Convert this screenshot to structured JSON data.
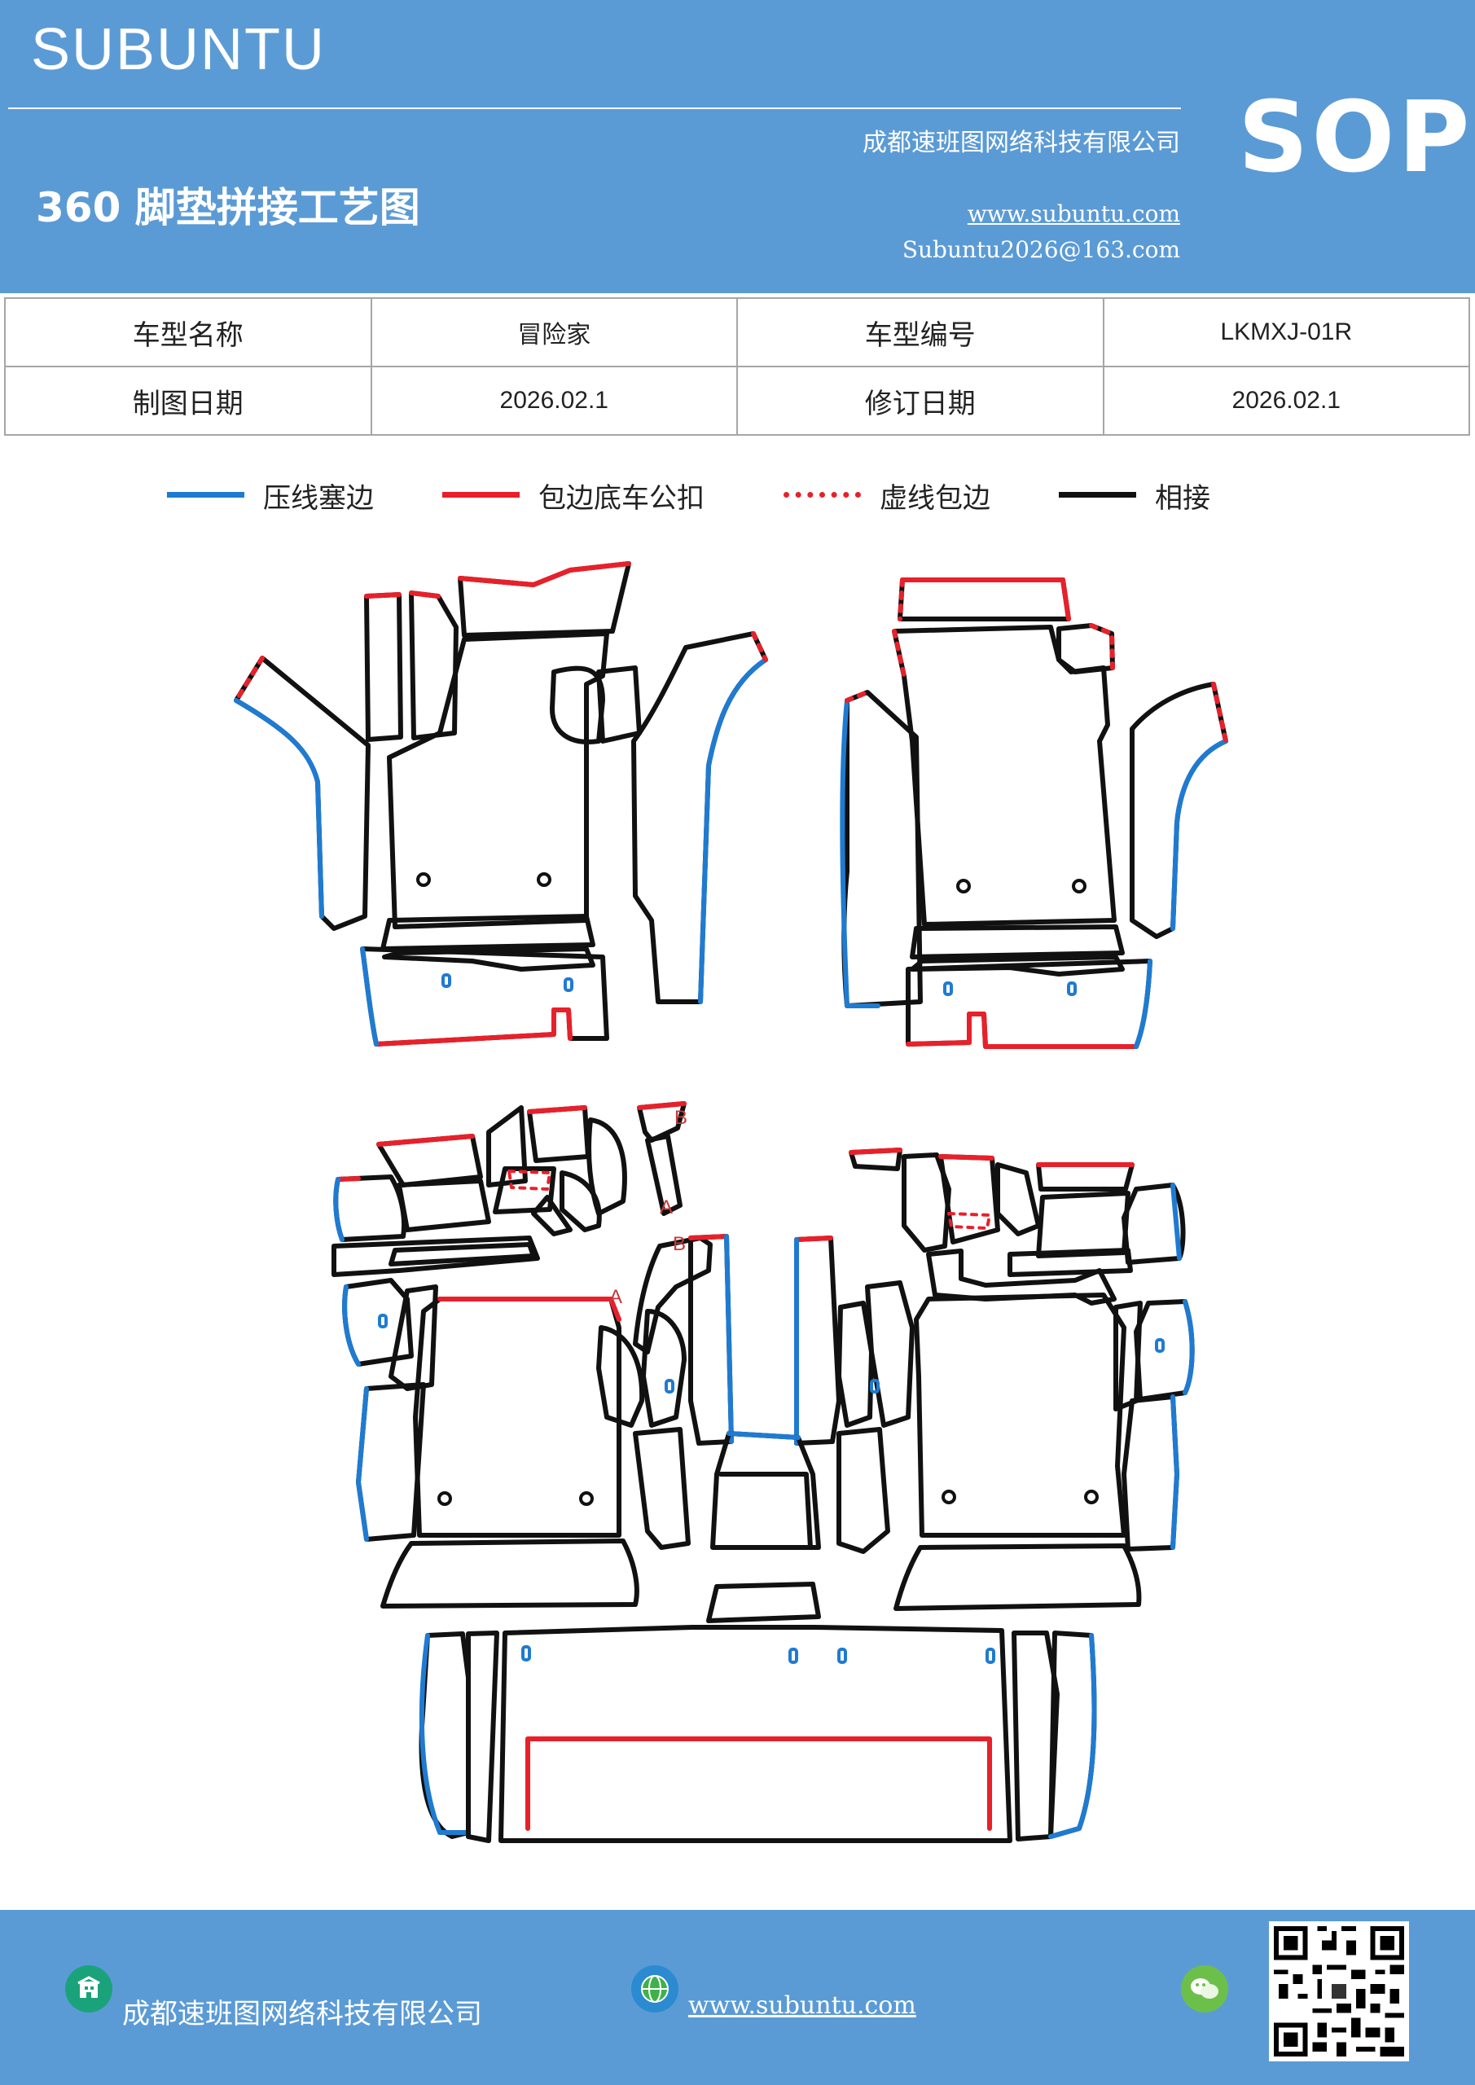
{
  "header": {
    "brand": "SUBUNTU",
    "company": "成都速班图网络科技有限公司",
    "title": "360 脚垫拼接工艺图",
    "website": "www.subuntu.com",
    "email": "Subuntu2026@163.com",
    "badge": "SOP",
    "bg_color": "#5b9bd5"
  },
  "info": {
    "rows": [
      [
        "车型名称",
        "冒险家",
        "车型编号",
        "LKMXJ-01R"
      ],
      [
        "制图日期",
        "2026.02.1",
        "修订日期",
        "2026.02.1"
      ]
    ]
  },
  "legend": [
    {
      "label": "压线塞边",
      "color": "#1f7bd1",
      "style": "solid"
    },
    {
      "label": "包边底车公扣",
      "color": "#e8202a",
      "style": "solid"
    },
    {
      "label": "虚线包边",
      "color": "#e8202a",
      "style": "dotted"
    },
    {
      "label": "相接",
      "color": "#111111",
      "style": "solid"
    }
  ],
  "diagram": {
    "labels": [
      "B",
      "A",
      "B",
      "A"
    ]
  },
  "footer": {
    "company": "成都速班图网络科技有限公司",
    "website": "www.subuntu.com",
    "icons": [
      "company-icon",
      "globe-icon",
      "wechat-icon",
      "qr-code-icon"
    ],
    "bg_color": "#5b9bd5"
  }
}
